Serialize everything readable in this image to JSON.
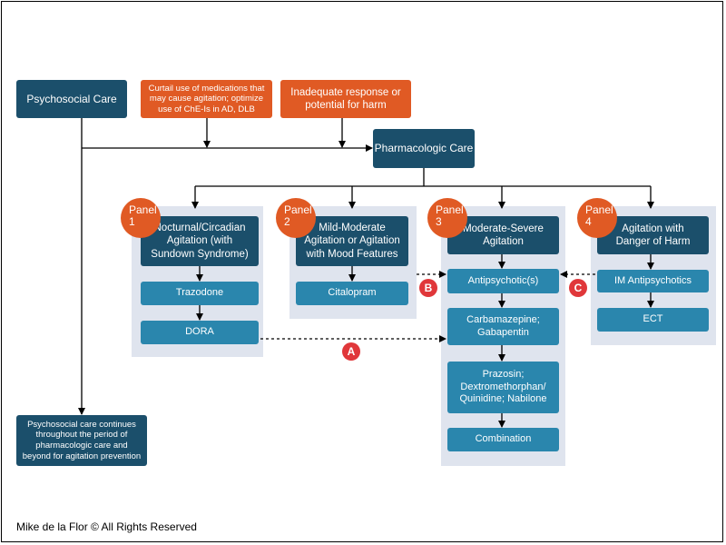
{
  "psychosocial_care": "Psychosocial Care",
  "curtail_note": "Curtail use of  medications that may cause agitation; optimize use of ChE-Is in AD, DLB",
  "inadequate_response": "Inadequate response or potential for harm",
  "pharmacologic_care": "Pharmacologic  Care",
  "psychosocial_continues": "Psychosocial care continues throughout the period of pharmacologic care and beyond for agitation prevention",
  "panels": [
    {
      "badge_word": "Panel",
      "badge_num": "1",
      "title": "Nocturnal/Circadian Agitation (with Sundown Syndrome)",
      "steps": [
        "Trazodone",
        "DORA"
      ]
    },
    {
      "badge_word": "Panel",
      "badge_num": "2",
      "title": "Mild-Moderate Agitation or Agitation with Mood Features",
      "steps": [
        "Citalopram"
      ]
    },
    {
      "badge_word": "Panel",
      "badge_num": "3",
      "title": "Moderate-Severe Agitation",
      "steps": [
        "Antipsychotic(s)",
        "Carbamazepine; Gabapentin",
        "Prazosin; Dextromethorphan/ Quinidine; Nabilone",
        "Combination"
      ]
    },
    {
      "badge_word": "Panel",
      "badge_num": "4",
      "title": "Agitation with Danger of Harm",
      "steps": [
        "IM Antipsychotics",
        "ECT"
      ]
    }
  ],
  "connectors": {
    "a": "A",
    "b": "B",
    "c": "C"
  },
  "credit": "Mike de la Flor © All Rights Reserved",
  "colors": {
    "dark_teal": "#1b4f6b",
    "orange": "#e05a24",
    "mid_blue": "#2a86ad",
    "panel_bg": "#dfe4ee",
    "connector_red": "#e0373a"
  }
}
